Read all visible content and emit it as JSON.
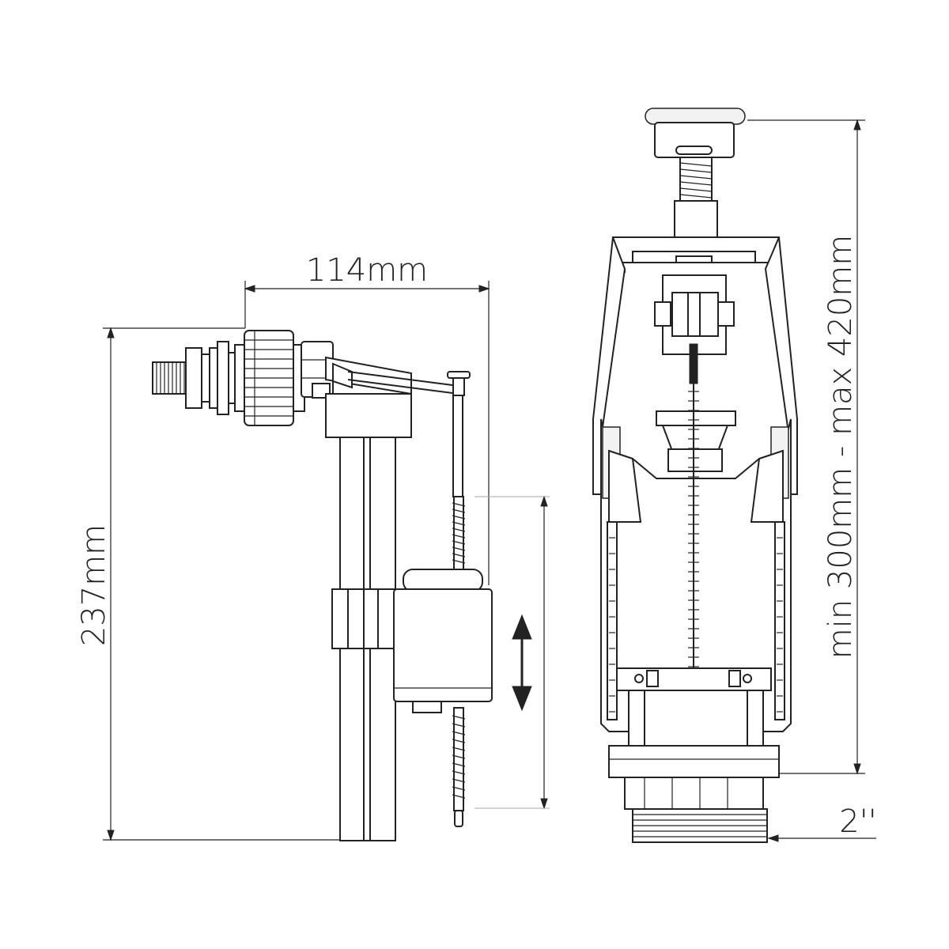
{
  "dimensions": {
    "width_label": "114mm",
    "height_label": "237mm",
    "range_label": "min 300mm - max 420mm",
    "thread_label": "2''"
  },
  "colors": {
    "line": "#222222",
    "background": "#ffffff"
  }
}
